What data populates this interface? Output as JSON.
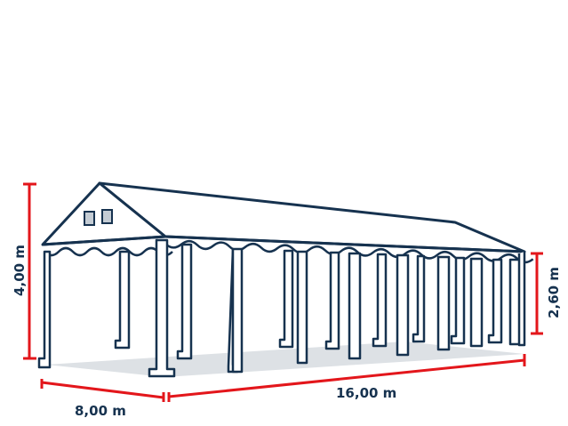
{
  "diagram": {
    "subject": "tent",
    "colors": {
      "outline": "#16324f",
      "dimension_line": "#e3161b",
      "window_fill": "#c4ccd4",
      "ground_shadow": "#dde1e5",
      "background": "#ffffff"
    },
    "dimensions": {
      "ridge_height": "4,00 m",
      "side_height": "2,60 m",
      "width": "8,00 m",
      "length": "16,00 m"
    },
    "features": {
      "gable_windows": 2
    }
  }
}
